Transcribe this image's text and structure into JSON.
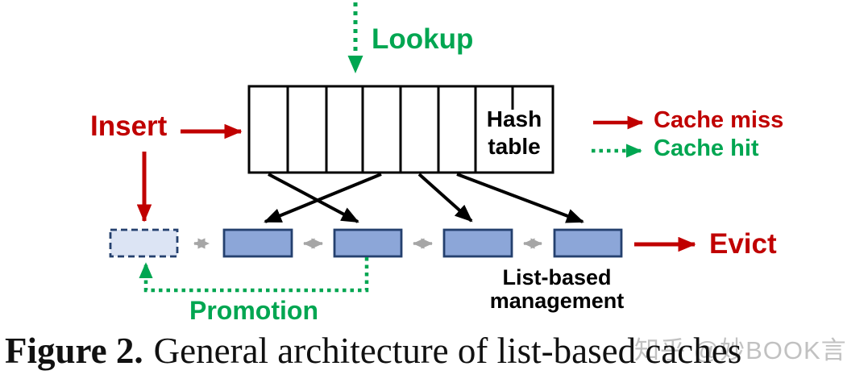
{
  "colors": {
    "red": "#C00000",
    "green": "#00A651",
    "black": "#000000",
    "gray_link": "#A6A6A6",
    "node_fill": "#8CA6D8",
    "node_border": "#24406E",
    "new_node_fill": "#DCE4F4",
    "table_stroke": "#000000"
  },
  "diagram": {
    "lookup_label": "Lookup",
    "insert_label": "Insert",
    "evict_label": "Evict",
    "promotion_label": "Promotion",
    "hash_table_label": "Hash table",
    "list_management_label": "List-based management",
    "legend": {
      "cache_miss": "Cache miss",
      "cache_hit": "Cache hit"
    },
    "hash_table_cells": 7,
    "list_nodes_solid": 4,
    "list_nodes_dashed": 1
  },
  "caption": {
    "prefix": "Figure 2.",
    "text": "General architecture of list-based caches"
  },
  "watermark": "知乎 @妙BOOK言"
}
